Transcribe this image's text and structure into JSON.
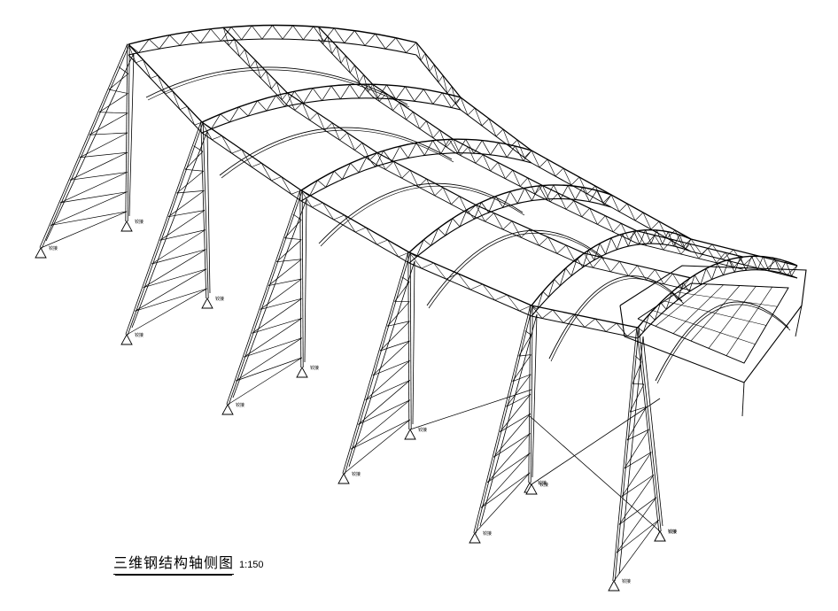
{
  "drawing": {
    "title": "三维钢结构轴侧图",
    "scale": "1:150",
    "support_label": "铰接",
    "line_color": "#000000",
    "background": "#ffffff"
  }
}
